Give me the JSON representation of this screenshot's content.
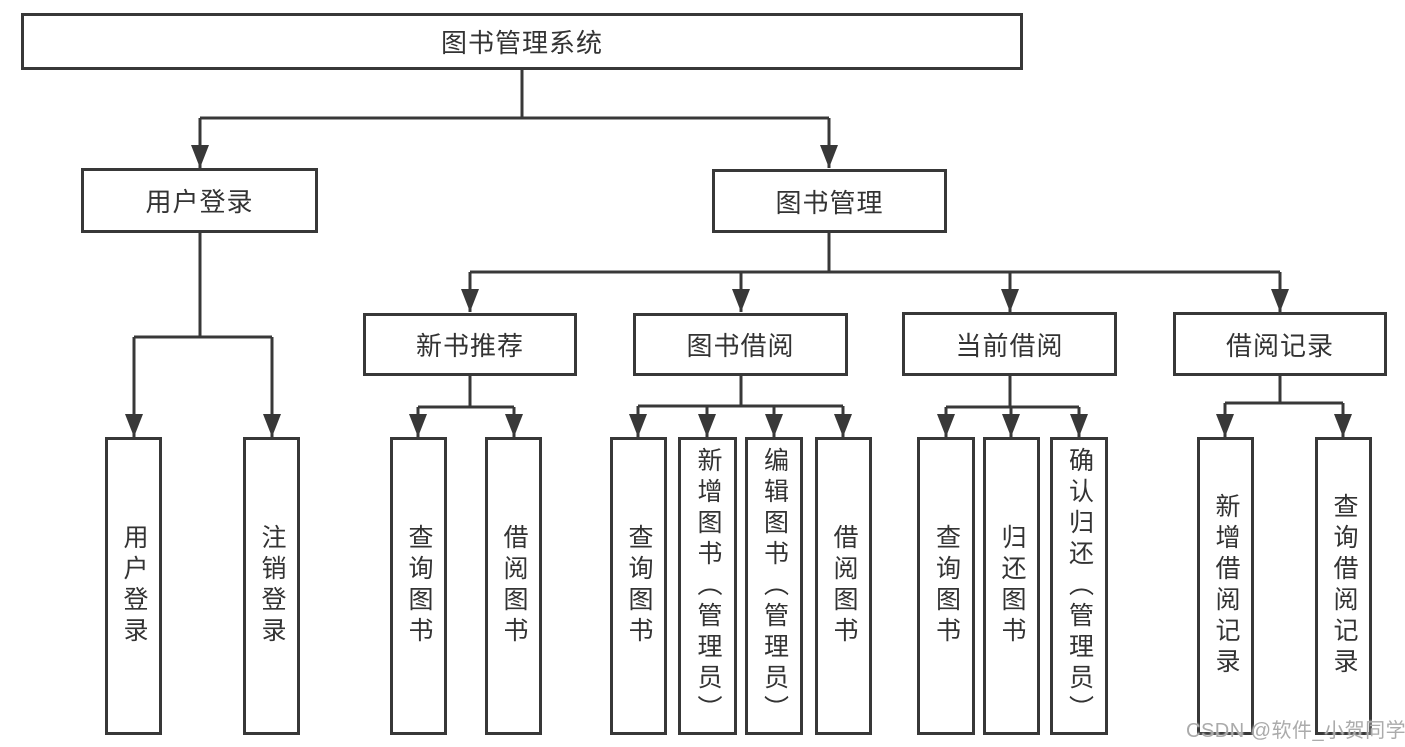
{
  "nodes": {
    "root": "图书管理系统",
    "userLogin": "用户登录",
    "bookMgmt": "图书管理",
    "newBookRec": "新书推荐",
    "bookBorrow": "图书借阅",
    "currentBorrow": "当前借阅",
    "borrowRecords": "借阅记录",
    "leaves": [
      "用户登录",
      "注销登录",
      "查询图书",
      "借阅图书",
      "查询图书",
      "新增图书（管理员）",
      "编辑图书（管理员）",
      "借阅图书",
      "查询图书",
      "归还图书",
      "确认归还（管理员）",
      "新增借阅记录",
      "查询借阅记录"
    ]
  },
  "watermark": "CSDN @软件_小贺同学",
  "colors": {
    "line": "#383838",
    "text": "#333333",
    "watermark": "#ababab",
    "background": "#ffffff"
  }
}
